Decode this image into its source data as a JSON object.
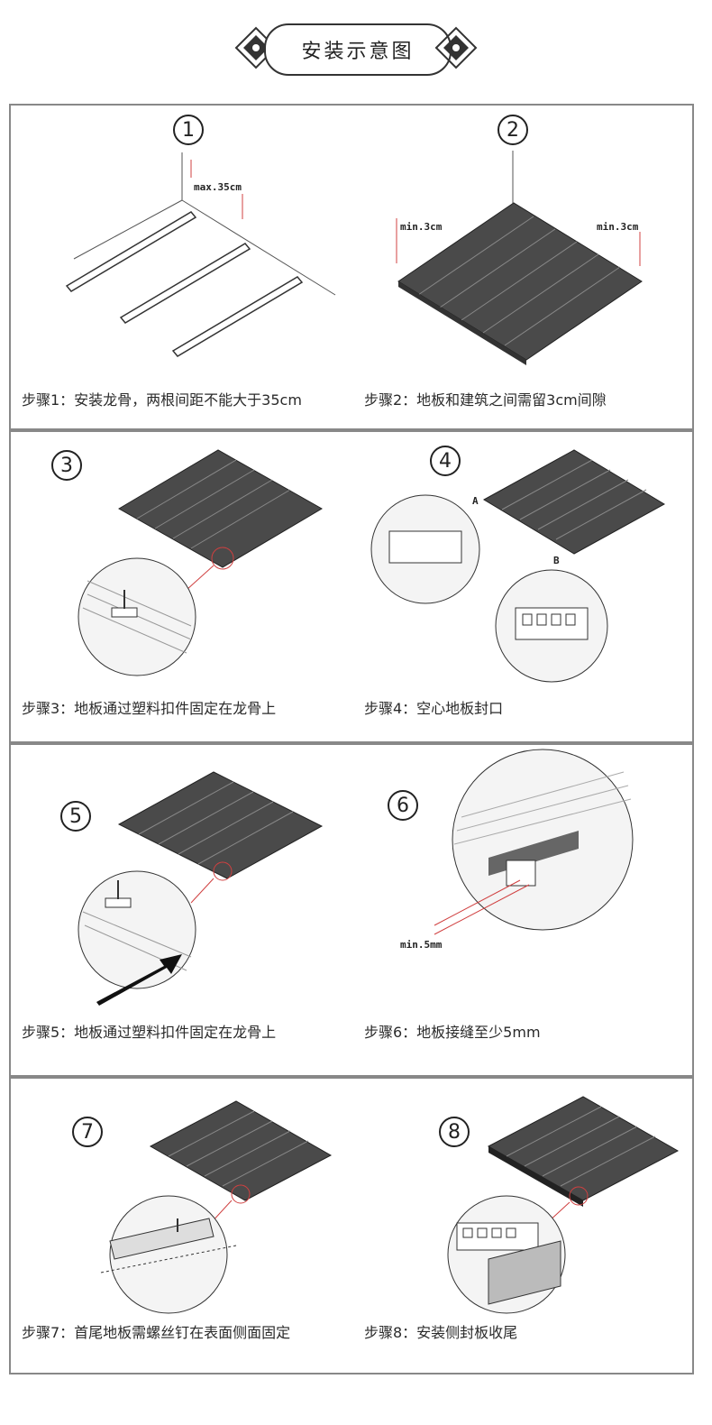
{
  "header": {
    "title": "安装示意图"
  },
  "steps": [
    {
      "number": "1",
      "caption": "步骤1：安装龙骨，两根间距不能大于35cm",
      "labels": [
        "max.35cm"
      ]
    },
    {
      "number": "2",
      "caption": "步骤2：地板和建筑之间需留3cm间隙",
      "labels": [
        "min.3cm",
        "min.3cm"
      ]
    },
    {
      "number": "3",
      "caption": "步骤3：地板通过塑料扣件固定在龙骨上",
      "labels": []
    },
    {
      "number": "4",
      "caption": "步骤4：空心地板封口",
      "labels": [
        "A",
        "B"
      ]
    },
    {
      "number": "5",
      "caption": "步骤5：地板通过塑料扣件固定在龙骨上",
      "labels": []
    },
    {
      "number": "6",
      "caption": "步骤6：地板接缝至少5mm",
      "labels": [
        "min.5mm"
      ]
    },
    {
      "number": "7",
      "caption": "步骤7：首尾地板需螺丝钉在表面侧面固定",
      "labels": []
    },
    {
      "number": "8",
      "caption": "步骤8：安装侧封板收尾",
      "labels": []
    }
  ],
  "colors": {
    "board": "#4a4a4a",
    "accent_line": "#d04040",
    "border": "#888888"
  },
  "icons": [
    "ornament-left-icon",
    "ornament-right-icon"
  ]
}
